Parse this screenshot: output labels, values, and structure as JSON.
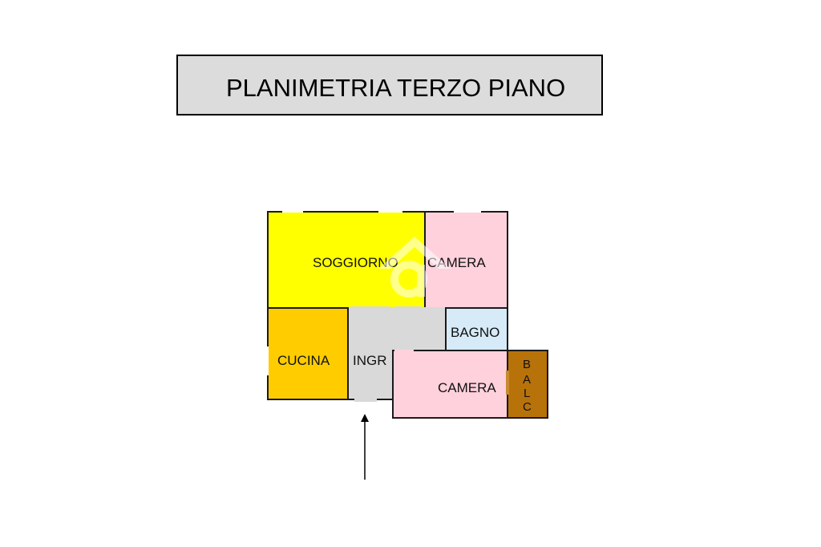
{
  "title": "PLANIMETRIA TERZO PIANO",
  "rooms": {
    "soggiorno": "SOGGIORNO",
    "camera_top": "CAMERA",
    "bagno": "BAGNO",
    "cucina": "CUCINA",
    "ingresso": "INGR",
    "camera_bottom": "CAMERA",
    "balcone": [
      "B",
      "A",
      "L",
      "C"
    ]
  },
  "colors": {
    "soggiorno": "#ffff00",
    "camera": "#ffd1dc",
    "bagno": "#d6eaf8",
    "cucina": "#ffcc00",
    "ingresso": "#d9d9d9",
    "balcone": "#b8720a",
    "title_bg": "#dcdcdc"
  },
  "entrance_icon": "arrow-up-icon"
}
